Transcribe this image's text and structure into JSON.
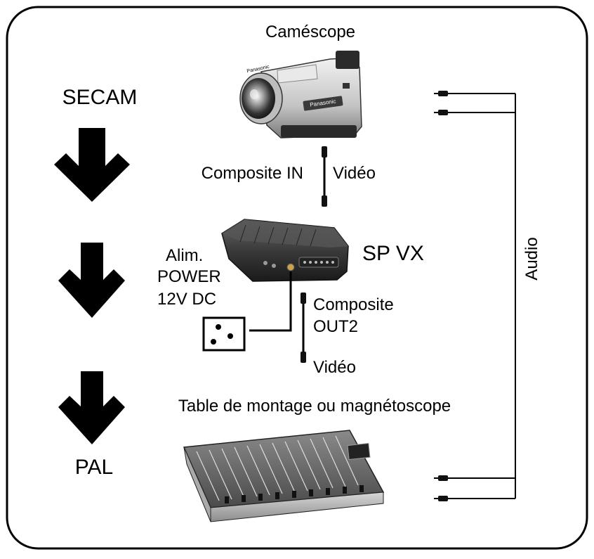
{
  "devices": {
    "camcorder": {
      "label": "Caméscope",
      "brand": "Panasonic"
    },
    "converter": {
      "label": "SP VX"
    },
    "mixer": {
      "label": "Table de montage ou magnétoscope"
    }
  },
  "standards": {
    "source": "SECAM",
    "target": "PAL"
  },
  "connections": {
    "input_port": "Composite IN",
    "input_cable": "Vidéo",
    "output_port_line1": "Composite",
    "output_port_line2": "OUT2",
    "output_cable": "Vidéo",
    "audio": "Audio"
  },
  "power": {
    "line1": "Alim.",
    "line2": "POWER",
    "line3": "12V DC"
  },
  "colors": {
    "ink": "#000000",
    "paper": "#ffffff",
    "device_silver": "#c8c8c8",
    "device_dark": "#3a3a3a"
  },
  "icons": [
    "down-arrow-icon",
    "power-socket-icon",
    "rca-plug-icon"
  ]
}
